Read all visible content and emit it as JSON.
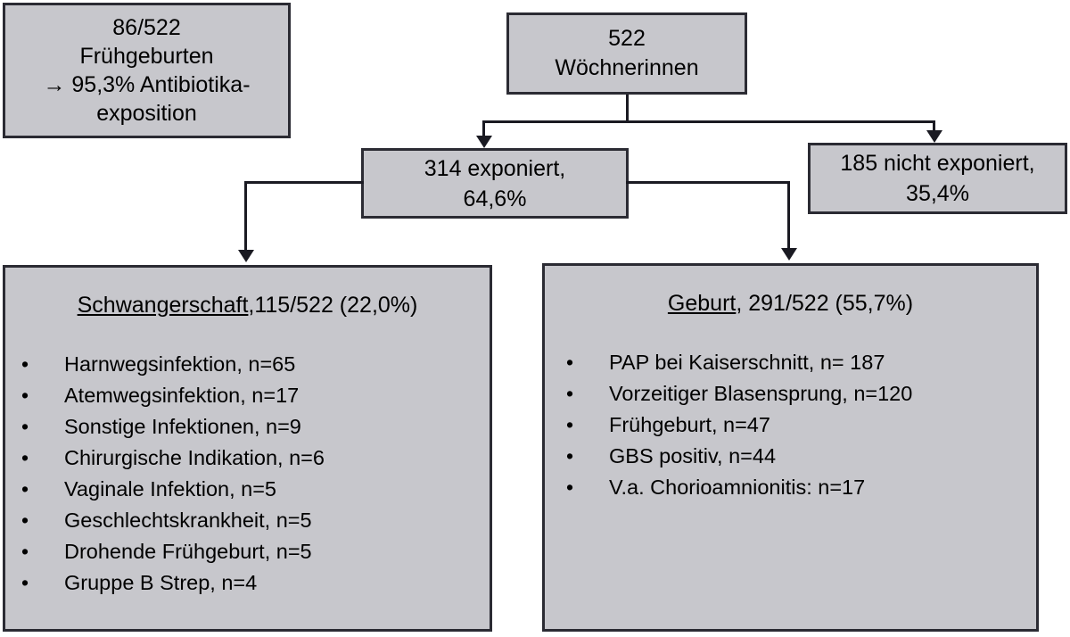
{
  "diagram": {
    "type": "flowchart",
    "nodes": {
      "preterm": {
        "line1": "86/522",
        "line2": "Frühgeburten",
        "line3": "→ 95,3% Antibiotika-",
        "line4": "exposition"
      },
      "cohort": {
        "line1": "522",
        "line2": "Wöchnerinnen"
      },
      "exposed": {
        "line1": "314 exponiert,",
        "line2": "64,6%"
      },
      "unexposed": {
        "line1": "185 nicht exponiert,",
        "line2": "35,4%"
      },
      "pregnancy": {
        "title_underlined": "Schwangerschaft",
        "title_rest": ",115/522 (22,0%)",
        "bullet_symbol": "•",
        "items": [
          "Harnwegsinfektion, n=65",
          "Atemwegsinfektion, n=17",
          "Sonstige Infektionen, n=9",
          "Chirurgische Indikation, n=6",
          "Vaginale Infektion, n=5",
          "Geschlechtskrankheit, n=5",
          "Drohende Frühgeburt, n=5",
          "Gruppe B Strep, n=4"
        ]
      },
      "birth": {
        "title_underlined": "Geburt",
        "title_rest": ", 291/522 (55,7%)",
        "bullet_symbol": "•",
        "items": [
          "PAP bei Kaiserschnitt, n= 187",
          "Vorzeitiger Blasensprung, n=120",
          "Frühgeburt, n=47",
          "GBS positiv, n=44",
          "V.a. Chorioamnionitis: n=17"
        ]
      }
    },
    "colors": {
      "box_fill": "#c7c7cc",
      "box_border": "#2b2b33",
      "connector": "#1a1a22",
      "background": "#ffffff",
      "text": "#000000"
    }
  }
}
